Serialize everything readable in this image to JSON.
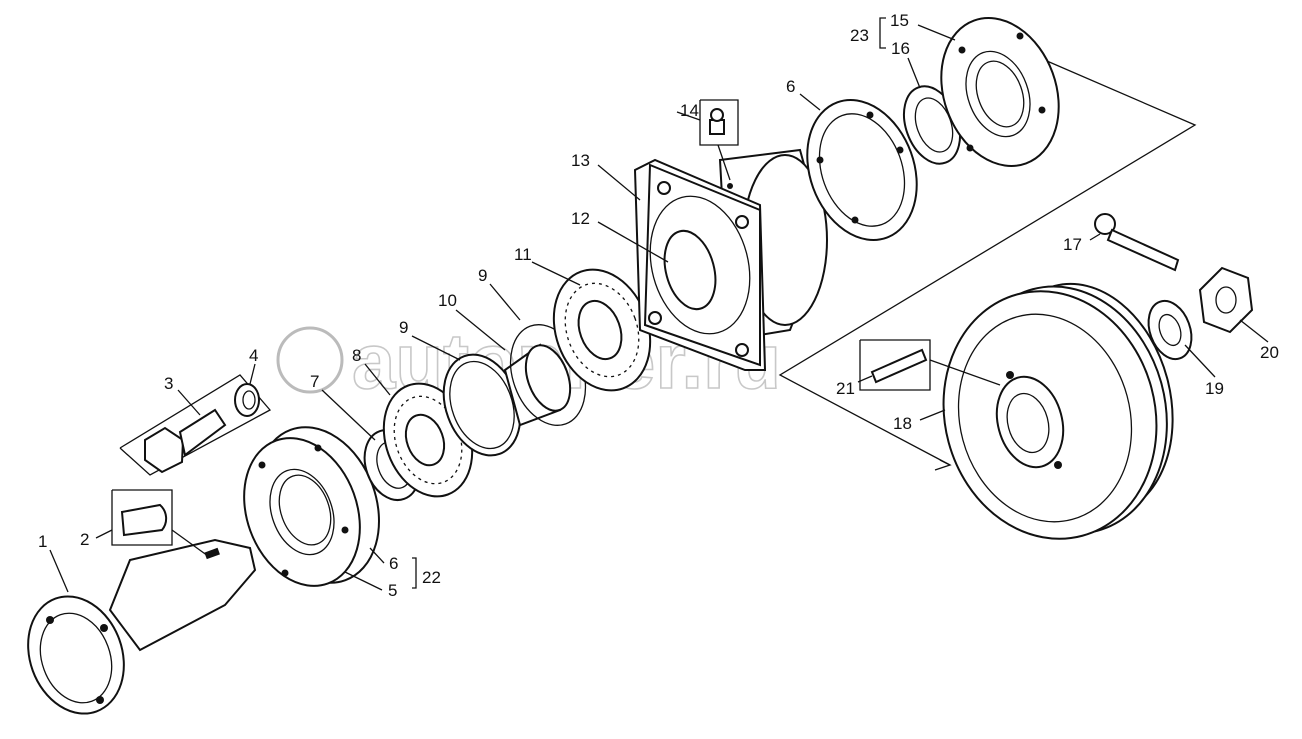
{
  "diagram": {
    "watermark": "autopiter.ru",
    "callouts": [
      "1",
      "2",
      "3",
      "4",
      "5",
      "6",
      "22",
      "7",
      "8",
      "9",
      "9",
      "10",
      "11",
      "12",
      "13",
      "14",
      "6",
      "15",
      "16",
      "23",
      "17",
      "18",
      "19",
      "20",
      "21"
    ]
  }
}
